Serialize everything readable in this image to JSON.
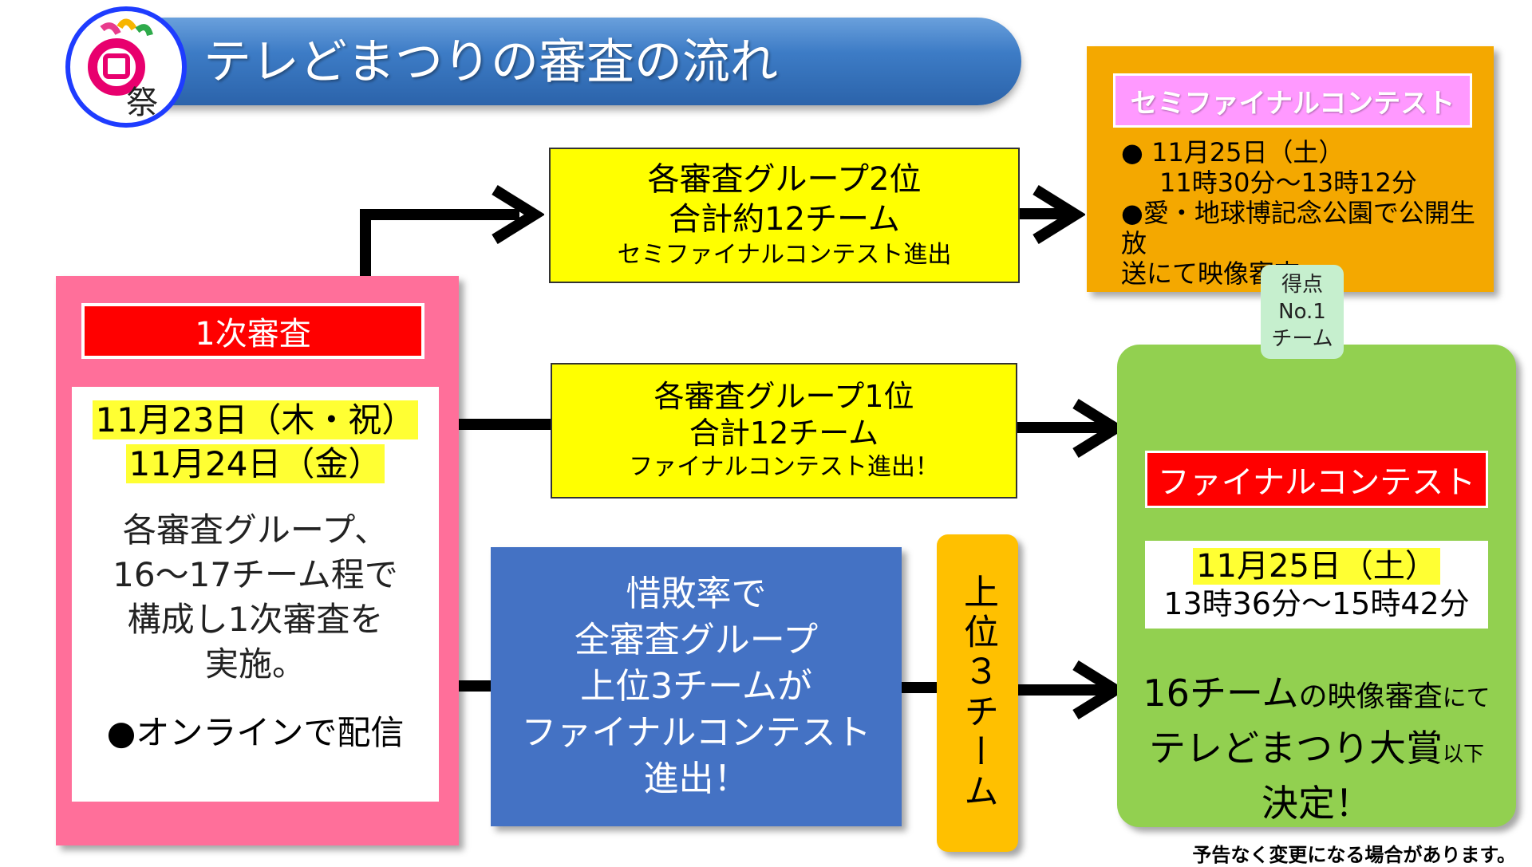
{
  "title": "テレどまつりの審査の流れ",
  "logo": {
    "icon": "terredomatsuri-logo-icon",
    "glyph": "祭"
  },
  "first_round": {
    "header": "1次審査",
    "date1": "11月23日（木・祝）",
    "date2": "11月24日（金）",
    "desc_lines": [
      "各審査グループ、",
      "16～17チーム程で",
      "構成し1次審査を",
      "実施。"
    ],
    "online": "●オンラインで配信"
  },
  "second_place_box": {
    "line1": "各審査グループ2位",
    "line2": "合計約12チーム",
    "line3": "セミファイナルコンテスト進出"
  },
  "first_place_box": {
    "line1": "各審査グループ1位",
    "line2": "合計12チーム",
    "line3": "ファイナルコンテスト進出！"
  },
  "loss_rate_box": {
    "lines": [
      "惜敗率で",
      "全審査グループ",
      "上位3チームが",
      "ファイナルコンテスト",
      "進出！"
    ]
  },
  "top3_box": {
    "label": "上位３チーム"
  },
  "semifinal": {
    "header": "セミファイナルコンテスト",
    "line1": "● 11月25日（土）",
    "line2": "11時30分～13時12分",
    "line3": "●愛・地球博記念公園で公開生放",
    "line4": "送にて映像審査"
  },
  "score_badge": {
    "line1": "得点",
    "line2": "No.1",
    "line3": "チーム"
  },
  "final": {
    "header": "ファイナルコンテスト",
    "date": "11月25日（土）",
    "time": "13時36分～15時42分",
    "desc_big1": "16チーム",
    "desc_small1": "の映像審査",
    "desc_small2": "にて",
    "desc_big2": "テレどまつり大賞",
    "desc_small3": "以下",
    "desc_big3": "決定！"
  },
  "footnote": "予告なく変更になる場合があります。",
  "colors": {
    "banner": "#3d7cc6",
    "first_round": "#ff6f9a",
    "red_header": "#ff0000",
    "yellow": "#ffff00",
    "blue_box": "#4472c4",
    "orange": "#ffb800",
    "semifinal": "#f4a800",
    "semifinal_header": "#ff99ff",
    "final": "#92d050",
    "badge": "#c6efce"
  }
}
